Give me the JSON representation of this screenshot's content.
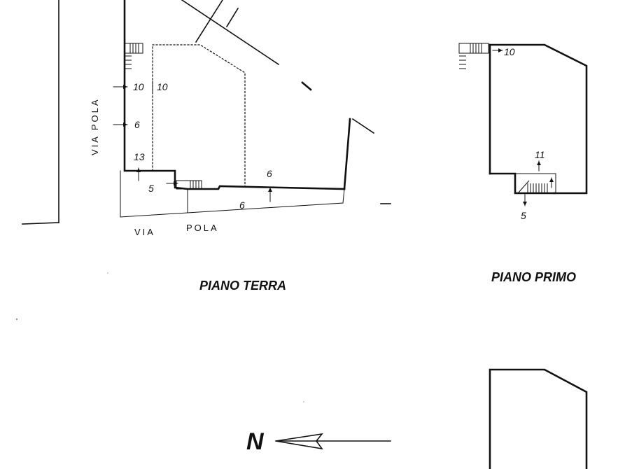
{
  "plan": {
    "ground_floor_title": "PIANO TERRA",
    "first_floor_title": "PIANO PRIMO",
    "north_label": "N",
    "street": {
      "vertical_label": "VIA POLA",
      "horizontal_word_1": "VIA",
      "horizontal_word_2": "POLA"
    },
    "ground_floor_numbers": {
      "left_a": "10",
      "left_b": "10",
      "left_mid": "6",
      "left_low": "13",
      "entry": "5",
      "right_top": "6",
      "bottom": "6"
    },
    "first_floor_numbers": {
      "top": "10",
      "stair_top": "11",
      "stair_bottom": "5"
    }
  }
}
